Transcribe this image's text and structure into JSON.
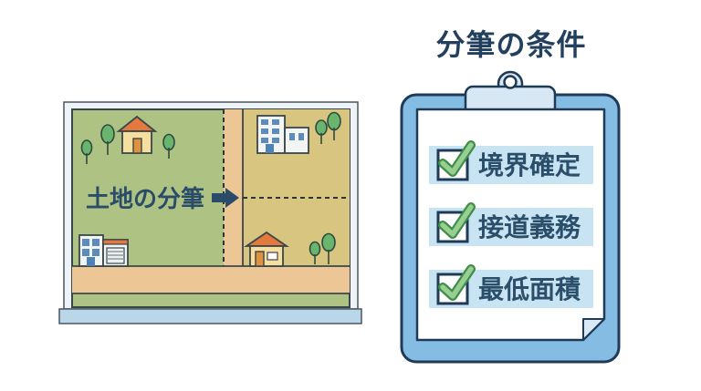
{
  "title": {
    "text": "分筆の条件"
  },
  "left_figure": {
    "caption": "土地の分筆",
    "depicts": "framed-land-plot-being-subdivided",
    "icon_names": [
      "tree-icon",
      "house-icon",
      "office-building-icon",
      "garage-building-icon",
      "arrow-right-icon",
      "dashed-boundary-line",
      "road"
    ]
  },
  "checklist": {
    "items": [
      {
        "label": "境界確定",
        "checked": true
      },
      {
        "label": "接道義務",
        "checked": true
      },
      {
        "label": "最低面積",
        "checked": true
      }
    ]
  },
  "icons": {
    "checkmark-icon": "✓",
    "arrow-right-icon": "➡",
    "clipboard-clip": "rounded-tab-with-hole",
    "page-curl": "folded-paper-corner"
  },
  "colors": {
    "navy_outline": "#1f3a57",
    "navy_text": "#2b4f6b",
    "board_blue": "#84bce4",
    "clip_blue": "#d7e7f3",
    "row_strip_blue": "#c8e4f3",
    "check_green_fill": "#97cf93",
    "check_green_stroke": "#3f8d46",
    "land_green": "#aec284",
    "road_tan": "#ecc795",
    "parcel_khaki": "#d8c57f",
    "frame_fill": "#edf3f7",
    "tray_blue": "#b9d7e8",
    "roof_orange": "#e3793c",
    "house_yellow": "#f6df9e",
    "window_blue": "#5d8cba"
  }
}
